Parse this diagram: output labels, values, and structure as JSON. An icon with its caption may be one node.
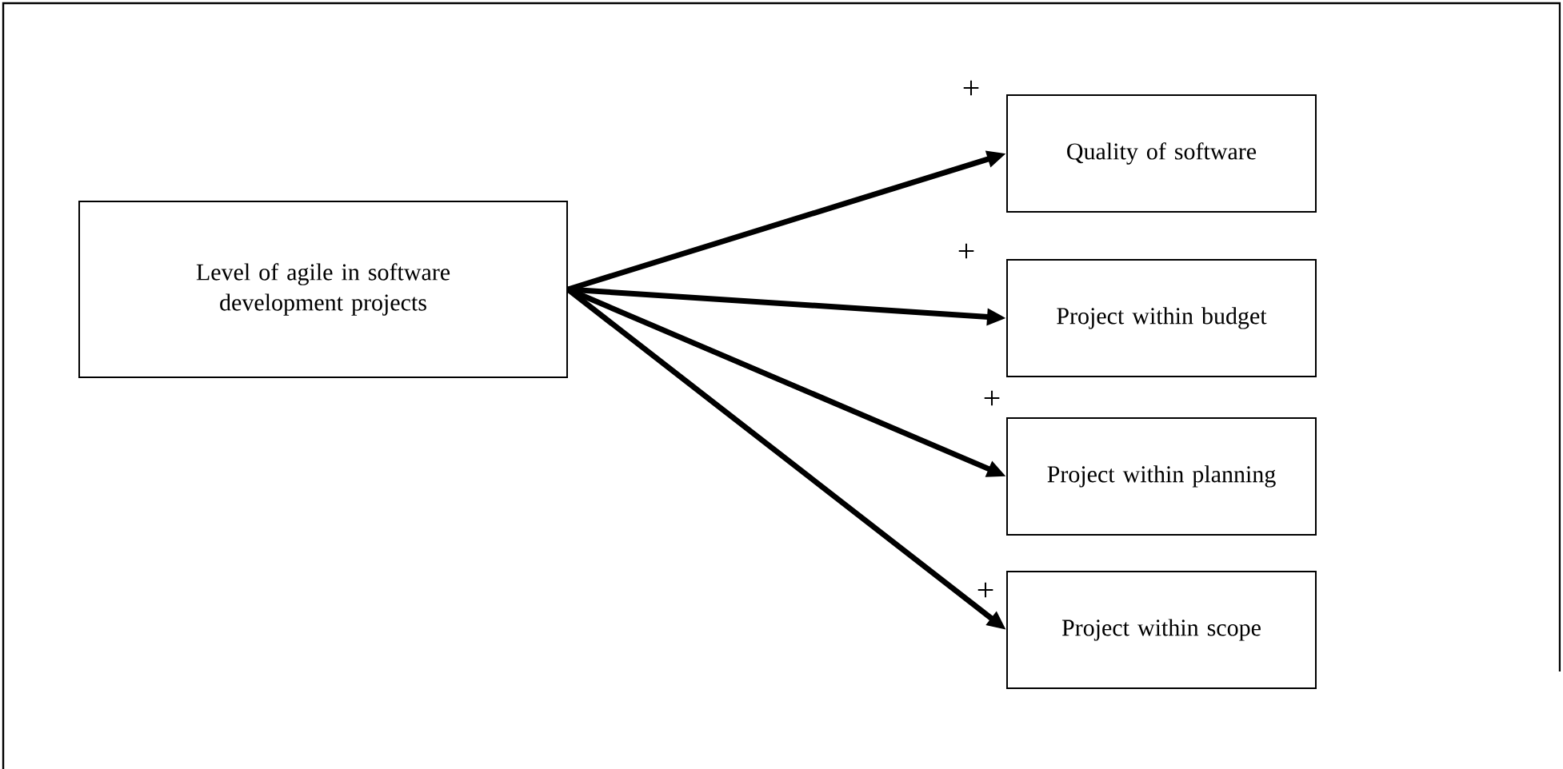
{
  "diagram": {
    "nodes": [
      {
        "text": [
          "Level of agile in software development projects"
        ]
      },
      {
        "text": [
          "Quality of software"
        ]
      },
      {
        "text": [
          "Project within budget"
        ]
      },
      {
        "text": [
          "Project within planning"
        ]
      },
      {
        "text": [
          "Project within scope"
        ]
      }
    ],
    "edges": [
      {
        "from": 0,
        "to": 1,
        "arrow": "to",
        "label": "+"
      },
      {
        "from": 0,
        "to": 2,
        "arrow": "to",
        "label": "+"
      },
      {
        "from": 0,
        "to": 3,
        "arrow": "to",
        "label": "+"
      },
      {
        "from": 0,
        "to": 4,
        "arrow": "to",
        "label": "+"
      }
    ]
  }
}
